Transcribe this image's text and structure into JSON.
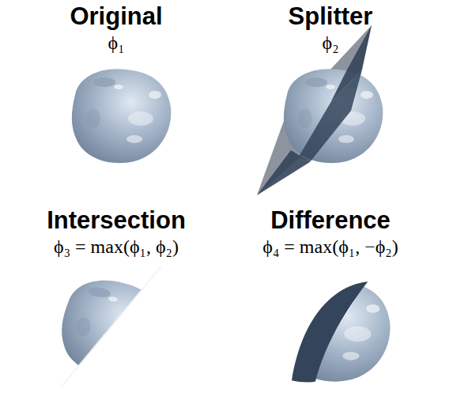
{
  "diagram": {
    "labels": [
      "Original",
      "ϕ₁",
      "Splitter",
      "ϕ₂",
      "Intersection",
      "ϕ₃ = max(ϕ₁, ϕ₂)",
      "Difference",
      "ϕ₄ = max(ϕ₁, −ϕ₂)"
    ]
  }
}
